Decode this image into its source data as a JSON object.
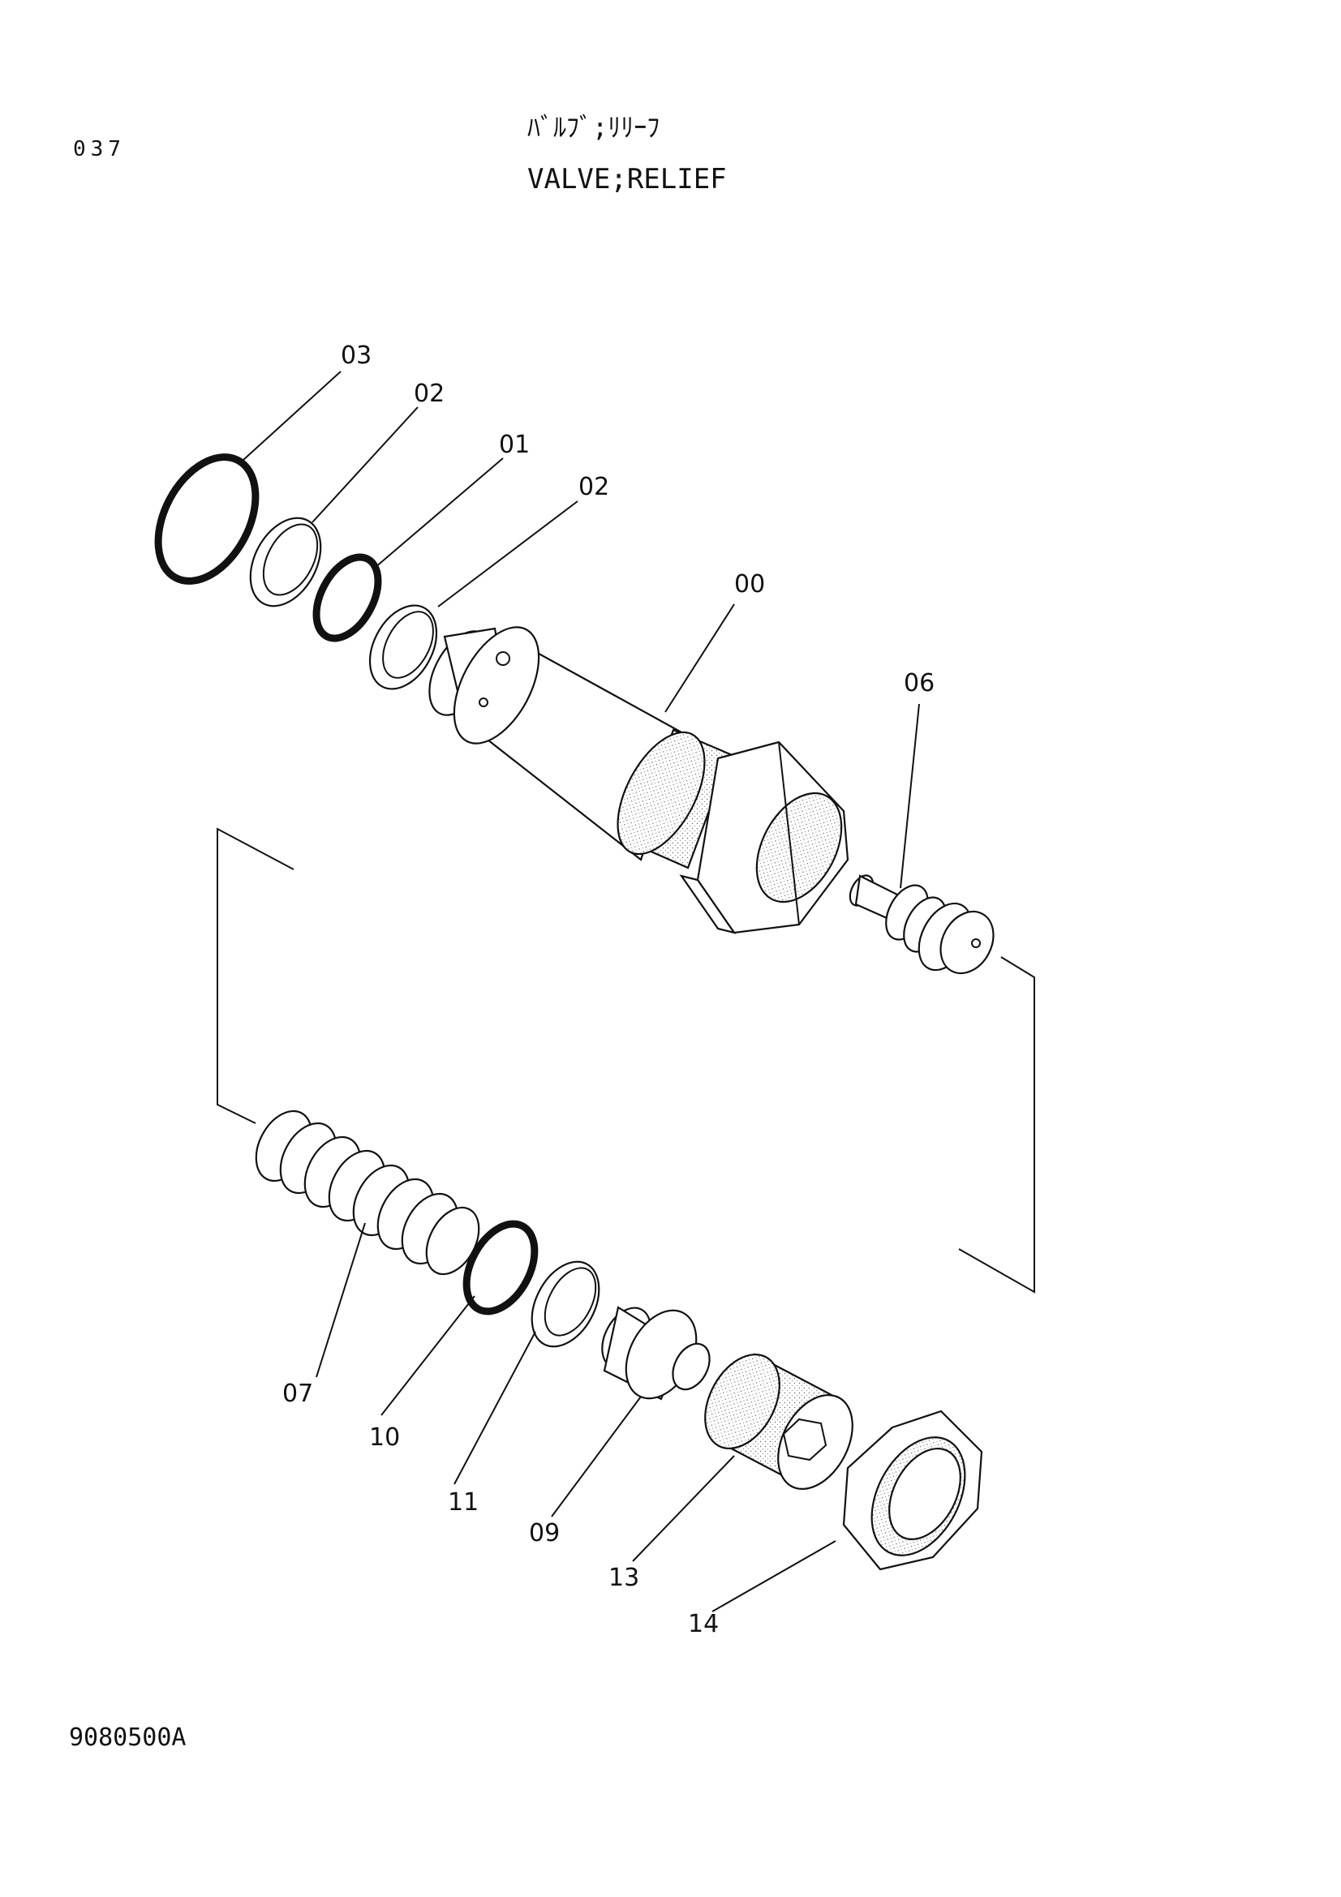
{
  "header": {
    "page_number": "037",
    "title_jp": "ﾊﾞﾙﾌﾞ;ﾘﾘｰﾌ",
    "title_en": "VALVE;RELIEF"
  },
  "footer": {
    "drawing_code": "9080500A"
  },
  "callouts": [
    {
      "id": "c03a",
      "label": "03"
    },
    {
      "id": "c02a",
      "label": "02"
    },
    {
      "id": "c01",
      "label": "01"
    },
    {
      "id": "c02b",
      "label": "02"
    },
    {
      "id": "c00",
      "label": "00"
    },
    {
      "id": "c06",
      "label": "06"
    },
    {
      "id": "c07",
      "label": "07"
    },
    {
      "id": "c10",
      "label": "10"
    },
    {
      "id": "c11",
      "label": "11"
    },
    {
      "id": "c09",
      "label": "09"
    },
    {
      "id": "c13",
      "label": "13"
    },
    {
      "id": "c14",
      "label": "14"
    }
  ]
}
